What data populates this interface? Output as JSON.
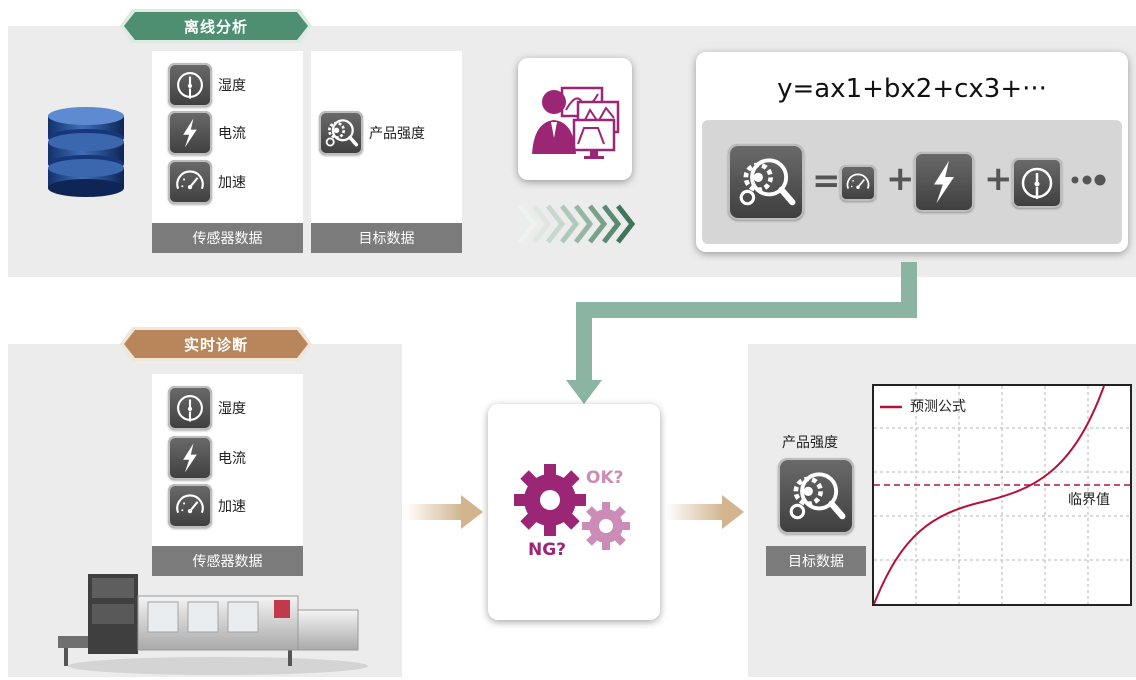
{
  "offline": {
    "title": "离线分析",
    "sensor_items": [
      "湿度",
      "电流",
      "加速"
    ],
    "sensor_label": "传感器数据",
    "target_item": "产品强度",
    "target_label": "目标数据",
    "formula": "y=ax1+bx2+cx3+···",
    "tag_color": "#4e8f72"
  },
  "realtime": {
    "title": "实时诊断",
    "sensor_items": [
      "湿度",
      "电流",
      "加速"
    ],
    "sensor_label": "传感器数据",
    "ok_text": "OK?",
    "ng_text": "NG?",
    "tag_color": "#b8865a"
  },
  "result": {
    "target_item": "产品强度",
    "target_label": "目标数据",
    "legend": "预测公式",
    "threshold_label": "临界值"
  },
  "icons": {
    "database": "database-icon",
    "analyst": "analyst-icon",
    "gauge": "gauge-icon",
    "lightning": "lightning-icon",
    "speedometer": "speedometer-icon",
    "inspection": "gear-magnifier-icon",
    "gears": "gears-icon"
  },
  "colors": {
    "accent_green": "#8bb5a2",
    "accent_purple": "#9b2676",
    "accent_tan": "#d2b48f",
    "curve": "#b4123a"
  }
}
